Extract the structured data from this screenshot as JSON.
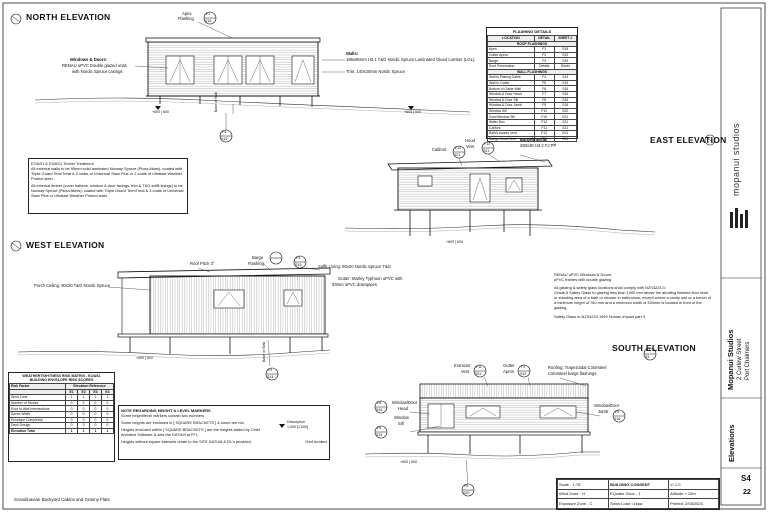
{
  "titles": {
    "north": "NORTH ELEVATION",
    "east": "EAST ELEVATION",
    "west": "WEST ELEVATION",
    "south": "SOUTH ELEVATION"
  },
  "north_labels": {
    "apex": "Apex",
    "apex_flashing": "Flashing",
    "apex_tag_top": "F1",
    "apex_tag_bot": "S18",
    "windows_head": "Windows & Doors:",
    "windows_l1": "RENAU uPVC Double glazed units",
    "windows_l2": "with Nordic Spruce casings",
    "walls_head": "Walls:",
    "walls_l1": "185x95mm H3.1 T&G Nordic Spruce Laminated Glued Lumber (LGL)",
    "trim": "Trim: 140x20mm Nordic Spruce",
    "base_of_wall": "Base of Wall",
    "tag_top": "F4",
    "tag_bot": "S14",
    "level_left": "+600 | 600",
    "level_right": "+600 | 600"
  },
  "flashing": {
    "title": "FLASHING DETAILS",
    "headers": [
      "LOCATION",
      "DETAIL",
      "SHEET #"
    ],
    "roof_head": "ROOF FLASHINGS",
    "roof": [
      [
        "Apex",
        "F1",
        "S18"
      ],
      [
        "Gutter Apron",
        "F2",
        "S19"
      ],
      [
        "Barge",
        "F3",
        "S19"
      ],
      [
        "Roof Penetration",
        "Details",
        "Sheet"
      ]
    ],
    "wall_head": "WALL FLASHINGS",
    "wall": [
      [
        "Wall to Raking Gable",
        "F4",
        "S14"
      ],
      [
        "Wall to Gable",
        "F5",
        "S15"
      ],
      [
        "Bottom of Gable Wall",
        "F6",
        "S15"
      ],
      [
        "Window & Door Head",
        "F7",
        "S16"
      ],
      [
        "Window & Door Sill",
        "F8",
        "S16"
      ],
      [
        "Window & Door Jamb",
        "F9",
        "S16"
      ],
      [
        "Window Sill",
        "F10",
        "S20"
      ],
      [
        "Door/Window Sill",
        "F10",
        "S21"
      ],
      [
        "Water Box",
        "F12",
        "S21"
      ],
      [
        "Califont",
        "F11",
        "S21"
      ],
      [
        "Bath/Laundry Vent",
        "F12",
        "S21"
      ],
      [
        "Range Hood Vent",
        "F12",
        "S21"
      ]
    ]
  },
  "brand": {
    "name": "mopanui studios",
    "project": "Mopanui Studios",
    "address_l1": "2 Curlew Street",
    "address_l2": "Port Chalmers",
    "sheet_title": "Elevations",
    "sheet_no": "S4",
    "sheet_of": "22"
  },
  "treatment": {
    "head": "E2/AS1 & E3/AS1 Timber Treatment",
    "p1": "All external walls to be 95mm solid laminated Norway Spruce (Picea Abies), coated with Triple Guard TermTreat & 2 coats of Universal Stain Plus or 2 coats of Ultralast Weather Protect stain.",
    "p2": "All external timber (cover battens, window & door facings, trim & T&G soffit linings) to be Norway Spruce (Picea Abies), coated with Triple Guard TermTreat & 3 coats of Universal Stain Plus or Ultralast Weather Protect stain."
  },
  "east_labels": {
    "califont": "Califont",
    "cal_top": "F10",
    "cal_bot": "S21",
    "hood": "Hood",
    "vent": "Vent",
    "hood_top": "F12",
    "hood_bot": "S21",
    "barge_fascia": "Barge/Fascia:",
    "barge_spec": "280x30 H3.2 FJ PP",
    "level": "+600 | 600"
  },
  "west_labels": {
    "roof_pitch": "Roof Pitch 3°",
    "barge": "Barge",
    "flashing": "Flashing",
    "barge_top": "F3",
    "barge_bot": "S19",
    "soffit": "Soffit Lining: 90x20 Nordic Spruce T&G",
    "gutter": "Gutter: Marley Typhoon uPVC with",
    "gutter2": "83mm uPVC downpipes",
    "porch": "Porch Ceiling: 90x20 T&G Nordic Spruce",
    "base_of_wall": "Base of Wall",
    "tag_top": "F4",
    "tag_bot": "S14",
    "level": "+600 | 600"
  },
  "glazing": {
    "l1": "RENAU uPVC Windows & Doors:",
    "l2": "uPVC frames with double glazing",
    "p1": "All glazing & safety glass locations shall comply with NZS4223.3:",
    "p2": "Grade A Safety Glass to glazing less than 1000 mm above the abutting finished floor level or standing area of a bath or shower in bathrooms, except where a vanity unit or a bench of a minimum height of 760 mm and a minimum width of 300mm is located in front of the glazing.",
    "p3": "Safety Glass to NZS4223 1999 Human Impact part 3"
  },
  "south_labels": {
    "tag_top": "E3",
    "tag_bot": "S3",
    "extractor": "Extractor",
    "ext_vent": "Vent",
    "ext_top": "F11",
    "ext_bot": "S21",
    "gutter": "Gutter",
    "apron": "Apron",
    "gut_top": "F2",
    "gut_bot": "S19",
    "roofing": "Roofing: Trapezoidal Colorsteel",
    "roofing2": "Colorsteel barge flashings",
    "wd_head": "Window/Door",
    "head": "Head",
    "head_top": "F8",
    "head_bot": "S16",
    "window": "Window",
    "sill": "Sill",
    "sill_top": "F6",
    "sill_bot": "S15",
    "wd_jamb": "Window/Door",
    "jamb": "Jamb",
    "jamb_top": "F9",
    "jamb_bot": "S16",
    "bottom_top": "F6",
    "bottom_bot": "S20",
    "level": "+600 | 600"
  },
  "risk": {
    "title": "WEATHERTIGHTNESS RISK MATRIX - E2/AS1",
    "subtitle": "BUILDING ENVELOPE RISK SCORES",
    "h1": "Risk Factor",
    "h2": "Elevation Reference",
    "cols": [
      "E1",
      "E2",
      "E3",
      "E4"
    ],
    "rows": [
      [
        "Wind Zone",
        "1",
        "1",
        "1",
        "1"
      ],
      [
        "Number of Stories",
        "0",
        "0",
        "0",
        "0"
      ],
      [
        "Roof to Wall Intersections",
        "0",
        "0",
        "0",
        "0"
      ],
      [
        "Eaves Width",
        "0",
        "0",
        "0",
        "0"
      ],
      [
        "Envelope Complexity",
        "0",
        "0",
        "0",
        "0"
      ],
      [
        "Deck Design",
        "0",
        "0",
        "0",
        "0"
      ],
      [
        "Elevation Total",
        "1",
        "1",
        "1",
        "1"
      ]
    ]
  },
  "height_notes": {
    "head": "NOTE REGARDING HEIGHT & LEVEL MARKERS",
    "p1": "Some height/level markers contain two numbers.",
    "p2": "Some heights are enclosed in [ SQUARE BRACKETS ] & some are not.",
    "p3": "Heights enclosed within [ SQUARE BRACKETS ] are the heights added by Chief Architect Software & sets the DATUM at FFL.",
    "p4": "Heights without square brackets relate to the SITE DATUM & RL's provided.",
    "desc": "Description",
    "desc_val": "1,000 [1,000]",
    "chief": "Chief Architect"
  },
  "titleblock": {
    "scale": "Scale - 1:75",
    "consent": "BUILDING CONSENT",
    "version": "V: 1.0",
    "wind": "Wind Zone - H",
    "eq": "EQuake Zone - 1",
    "altitude": "Altitude ≈ 10m",
    "exposure": "Exposure Zone - C",
    "snow": "Snow Load <1kpa",
    "printed": "Printed: 2/05/2023"
  },
  "footer": "Scandinavian Backyard Cabins and Granny Flats"
}
